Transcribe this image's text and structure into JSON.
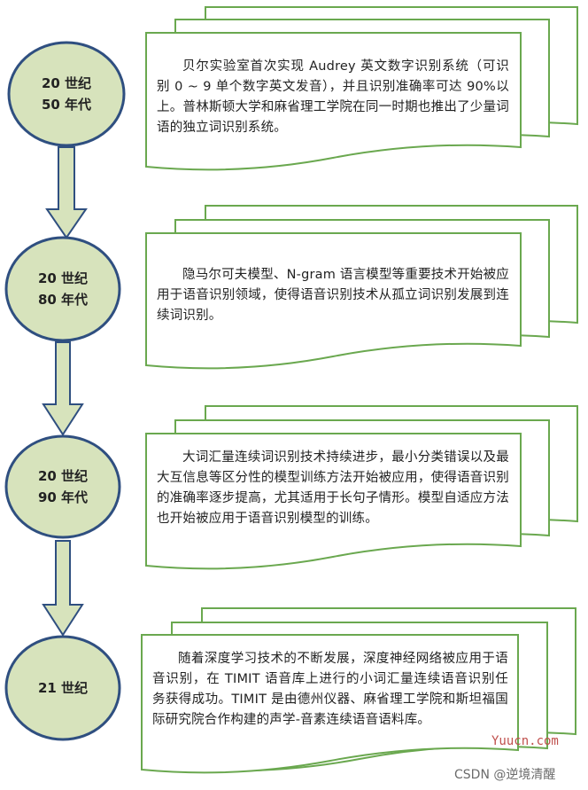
{
  "colors": {
    "circle_fill": "#d7e3bc",
    "circle_stroke": "#2f4f80",
    "box_stroke": "#6aa84f",
    "arrow_fill": "#d7e3bc",
    "arrow_stroke": "#2f4f80"
  },
  "stages": [
    {
      "era_line1": "20 世纪",
      "era_line2": "50 年代",
      "description": "贝尔实验室首次实现 Audrey 英文数字识别系统（可识别 0 ~ 9 单个数字英文发音），并且识别准确率可达 90%以上。普林斯顿大学和麻省理工学院在同一时期也推出了少量词语的独立词识别系统。"
    },
    {
      "era_line1": "20 世纪",
      "era_line2": "80 年代",
      "description": "隐马尔可夫模型、N-gram 语言模型等重要技术开始被应用于语音识别领域，使得语音识别技术从孤立词识别发展到连续词识别。"
    },
    {
      "era_line1": "20 世纪",
      "era_line2": "90 年代",
      "description": "大词汇量连续词识别技术持续进步，最小分类错误以及最大互信息等区分性的模型训练方法开始被应用，使得语音识别的准确率逐步提高，尤其适用于长句子情形。模型自适应方法也开始被应用于语音识别模型的训练。"
    },
    {
      "era_line1": "21 世纪",
      "era_line2": "",
      "description": "随着深度学习技术的不断发展，深度神经网络被应用于语音识别，在 TIMIT 语音库上进行的小词汇量连续语音识别任务获得成功。TIMIT 是由德州仪器、麻省理工学院和斯坦福国际研究院合作构建的声学-音素连续语音语料库。"
    }
  ],
  "watermarks": {
    "site": "Yuucn.com",
    "credit": "CSDN @逆境清醒"
  }
}
